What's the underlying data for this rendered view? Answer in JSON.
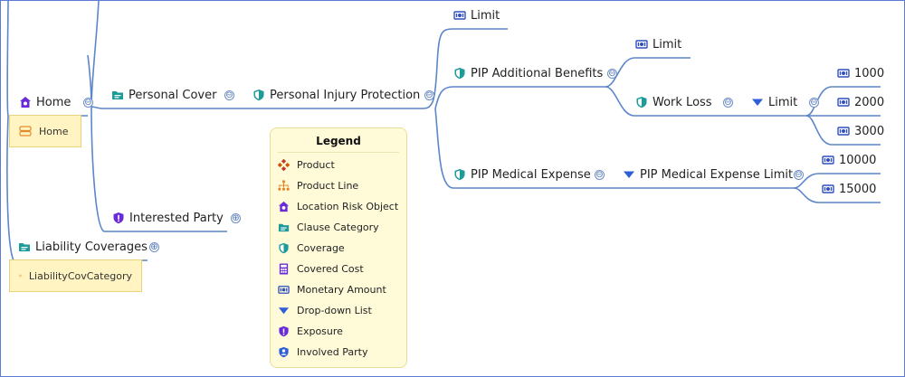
{
  "nodes": {
    "home": "Home",
    "home_note": "Home",
    "personal_cover": "Personal Cover",
    "pip": "Personal Injury Protection",
    "limit_top": "Limit",
    "pip_additional": "PIP Additional Benefits",
    "limit_mid": "Limit",
    "work_loss": "Work Loss",
    "limit_dd": "Limit",
    "v1000": "1000",
    "v2000": "2000",
    "v3000": "3000",
    "pip_medical": "PIP Medical Expense",
    "pip_medical_limit": "PIP Medical Expense Limit",
    "v10000": "10000",
    "v15000": "15000",
    "interested_party": "Interested Party",
    "liability_coverages": "Liability Coverages",
    "liability_note": "LiabilityCovCategory"
  },
  "toggles": {
    "collapse": "⊖",
    "expand": "⊕"
  },
  "legend": {
    "title": "Legend",
    "items": [
      {
        "label": "Product",
        "icon": "product-icon"
      },
      {
        "label": "Product Line",
        "icon": "product-line-icon"
      },
      {
        "label": "Location Risk Object",
        "icon": "location-risk-object-icon"
      },
      {
        "label": "Clause Category",
        "icon": "clause-category-icon"
      },
      {
        "label": "Coverage",
        "icon": "coverage-icon"
      },
      {
        "label": "Covered Cost",
        "icon": "covered-cost-icon"
      },
      {
        "label": "Monetary Amount",
        "icon": "monetary-amount-icon"
      },
      {
        "label": "Drop-down List",
        "icon": "dropdown-list-icon"
      },
      {
        "label": "Exposure",
        "icon": "exposure-icon"
      },
      {
        "label": "Involved Party",
        "icon": "involved-party-icon"
      }
    ]
  },
  "colors": {
    "link": "#5b86c9",
    "coverage": "#1d9a9a",
    "money": "#2f4fbf",
    "purple": "#6a2bd6",
    "note_bg": "#fff4c2",
    "legend_bg": "#fffbd9"
  }
}
